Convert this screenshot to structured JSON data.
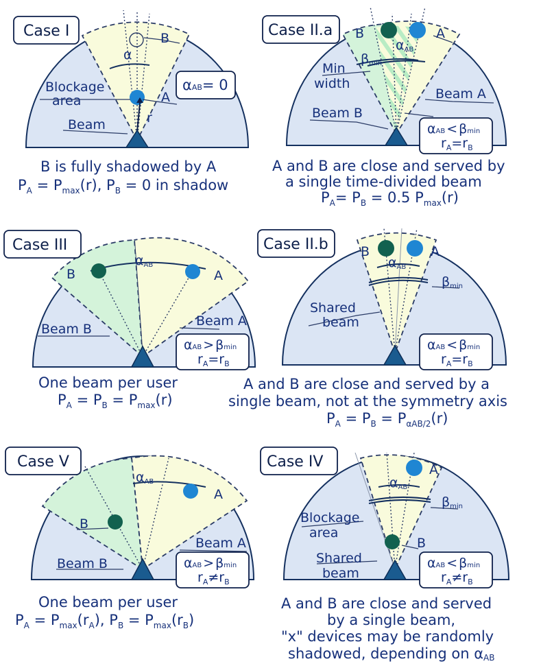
{
  "panels": {
    "case1": {
      "title": "Case I",
      "labels": {
        "b": "B",
        "alpha": "α",
        "blockage": "Blockage",
        "area": "area",
        "a": "A",
        "r": "r",
        "beam": "Beam"
      },
      "formula": {
        "alpha_ab": "α",
        "ab": "AB",
        "eq": "= 0"
      },
      "caption1": "B is fully shadowed by A",
      "caption2": {
        "pa": "P",
        "a": "A",
        "eq1": " = P",
        "max": "max",
        "r": "(r), P",
        "b": "B",
        "rest": " = 0 in shadow"
      }
    },
    "case2a": {
      "title": "Case II.a",
      "labels": {
        "b": "B",
        "a": "A",
        "alpha": "α",
        "ab": "AB",
        "beta": "β",
        "min": "min",
        "minw1": "Min",
        "minw2": "width",
        "beamA": "Beam A",
        "beamB": "Beam B"
      },
      "cond": {
        "alpha": "α",
        "ab": "AB",
        "lt": "<",
        "beta": "β",
        "min": "min",
        "r": "r",
        "a": "A",
        "eq": "=",
        "b": "B"
      },
      "caption1": "A and B are close and served by",
      "caption2": "a single time-divided beam",
      "caption3": {
        "p": "P",
        "a": "A",
        "eq": "= P",
        "b": "B",
        "half": " = 0.5 P",
        "max": "max",
        "r": "(r)"
      }
    },
    "case3": {
      "title": "Case III",
      "labels": {
        "b": "B",
        "a": "A",
        "alpha": "α",
        "ab": "AB",
        "beamA": "Beam A",
        "beamB": "Beam B"
      },
      "cond": {
        "alpha": "α",
        "ab": "AB",
        "gt": ">",
        "beta": "β",
        "min": "min",
        "r": "r",
        "a": "A",
        "eq": "=",
        "b": "B"
      },
      "caption1": "One beam per user",
      "caption2": {
        "p": "P",
        "a": "A",
        "eq": " = P",
        "b": "B",
        "eq2": " = P",
        "max": "max",
        "r": "(r)"
      }
    },
    "case2b": {
      "title": "Case II.b",
      "labels": {
        "b": "B",
        "a": "A",
        "alpha": "α",
        "ab": "AB",
        "beta": "β",
        "min": "min",
        "shared1": "Shared",
        "shared2": "beam"
      },
      "cond": {
        "alpha": "α",
        "ab": "AB",
        "lt": "<",
        "beta": "β",
        "min": "min",
        "r": "r",
        "a": "A",
        "eq": "=",
        "b": "B"
      },
      "caption1": "A and B are close and served by a",
      "caption2": "single beam, not at the symmetry axis",
      "caption3": {
        "p": "P",
        "a": "A",
        "eq": " = P",
        "b": "B",
        "eq2": " = P",
        "sub": "αAB/2",
        "r": "(r)"
      }
    },
    "case5": {
      "title": "Case V",
      "labels": {
        "b": "B",
        "a": "A",
        "alpha": "α",
        "ab": "AB",
        "beamA": "Beam A",
        "beamB": "Beam B"
      },
      "cond": {
        "alpha": "α",
        "ab": "AB",
        "gt": ">",
        "beta": "β",
        "min": "min",
        "r": "r",
        "a": "A",
        "neq": "≠",
        "b": "B"
      },
      "caption1": "One beam per user",
      "caption2": {
        "p": "P",
        "a": "A",
        "eq": " = P",
        "max": "max",
        "ra": "(r",
        "a2": "A",
        "close": "), P",
        "b": "B",
        "eq2": " = P",
        "max2": "max",
        "rb": "(r",
        "b2": "B",
        "end": ")"
      }
    },
    "case4": {
      "title": "Case IV",
      "labels": {
        "a": "A",
        "b": "B",
        "alpha": "α",
        "ab": "AB",
        "beta": "β",
        "min": "min",
        "blockage": "Blockage",
        "area": "area",
        "shared1": "Shared",
        "shared2": "beam"
      },
      "cond": {
        "alpha": "α",
        "ab": "AB",
        "lt": "<",
        "beta": "β",
        "min": "min",
        "r": "r",
        "a": "A",
        "neq": "≠",
        "b": "B"
      },
      "caption1": "A and B are close and served",
      "caption2": "by a single beam,",
      "caption3": "\"x\" devices may be randomly",
      "caption4": {
        "text": "shadowed, depending on ",
        "alpha": "α",
        "ab": "AB"
      }
    }
  },
  "colors": {
    "userA": "#1f86d3",
    "userB": "#12614f",
    "region": "#dbe5f4",
    "beamYellow": "#f9fbdc",
    "beamGreen": "#d4f3da",
    "text": "#16307a"
  }
}
